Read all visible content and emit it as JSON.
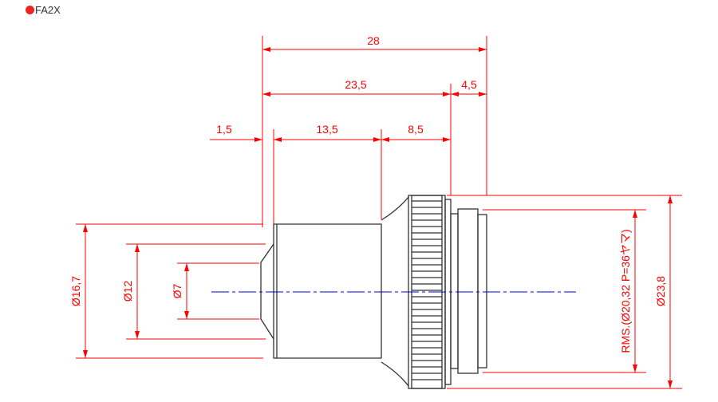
{
  "title": {
    "label": "FA2X",
    "dot_color": "#ee2222"
  },
  "dimensions": {
    "overall_length": "28",
    "body_length": "23,5",
    "thread_length": "4,5",
    "chamfer": "1,5",
    "barrel_length": "13,5",
    "flare_length": "8,5",
    "outer_barrel_dia": "Ø16,7",
    "bore_dia": "Ø12",
    "inner_dia": "Ø7",
    "thread_spec": "RMS.(Ø20,32 P=36ヤマ)",
    "knurl_dia": "Ø23,8"
  },
  "colors": {
    "dimension": "#ff0000",
    "outline": "#333333",
    "centerline": "#0000cc"
  }
}
